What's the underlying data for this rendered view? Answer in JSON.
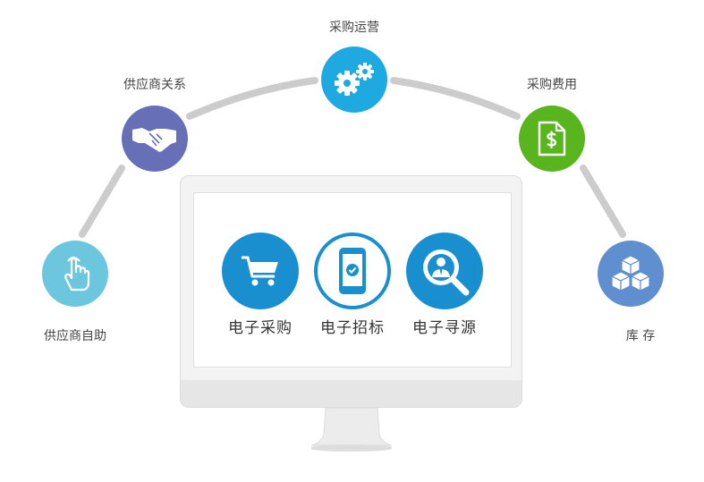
{
  "nodes": [
    {
      "id": "self_service",
      "label": "供应商自助",
      "icon": "hand-pointer-icon",
      "color": "#6cc6dd"
    },
    {
      "id": "supplier_relation",
      "label": "供应商关系",
      "icon": "handshake-icon",
      "color": "#6770b6"
    },
    {
      "id": "operations",
      "label": "采购运营",
      "icon": "gears-icon",
      "color": "#1ea9e0"
    },
    {
      "id": "expenses",
      "label": "采购费用",
      "icon": "dollar-document-icon",
      "color": "#58b51e"
    },
    {
      "id": "inventory",
      "label": "库 存",
      "icon": "boxes-icon",
      "color": "#5f8fcf"
    }
  ],
  "features": [
    {
      "label": "电子采购",
      "icon": "shopping-cart-icon",
      "color": "#1a8fd0"
    },
    {
      "label": "电子招标",
      "icon": "phone-check-icon",
      "color": "#1a8fd0"
    },
    {
      "label": "电子寻源",
      "icon": "search-person-icon",
      "color": "#1a8fd0"
    }
  ],
  "colors": {
    "arc": "#cccccc",
    "monitor_body": "#f3f3f3",
    "monitor_chin": "#e6e6e6"
  }
}
